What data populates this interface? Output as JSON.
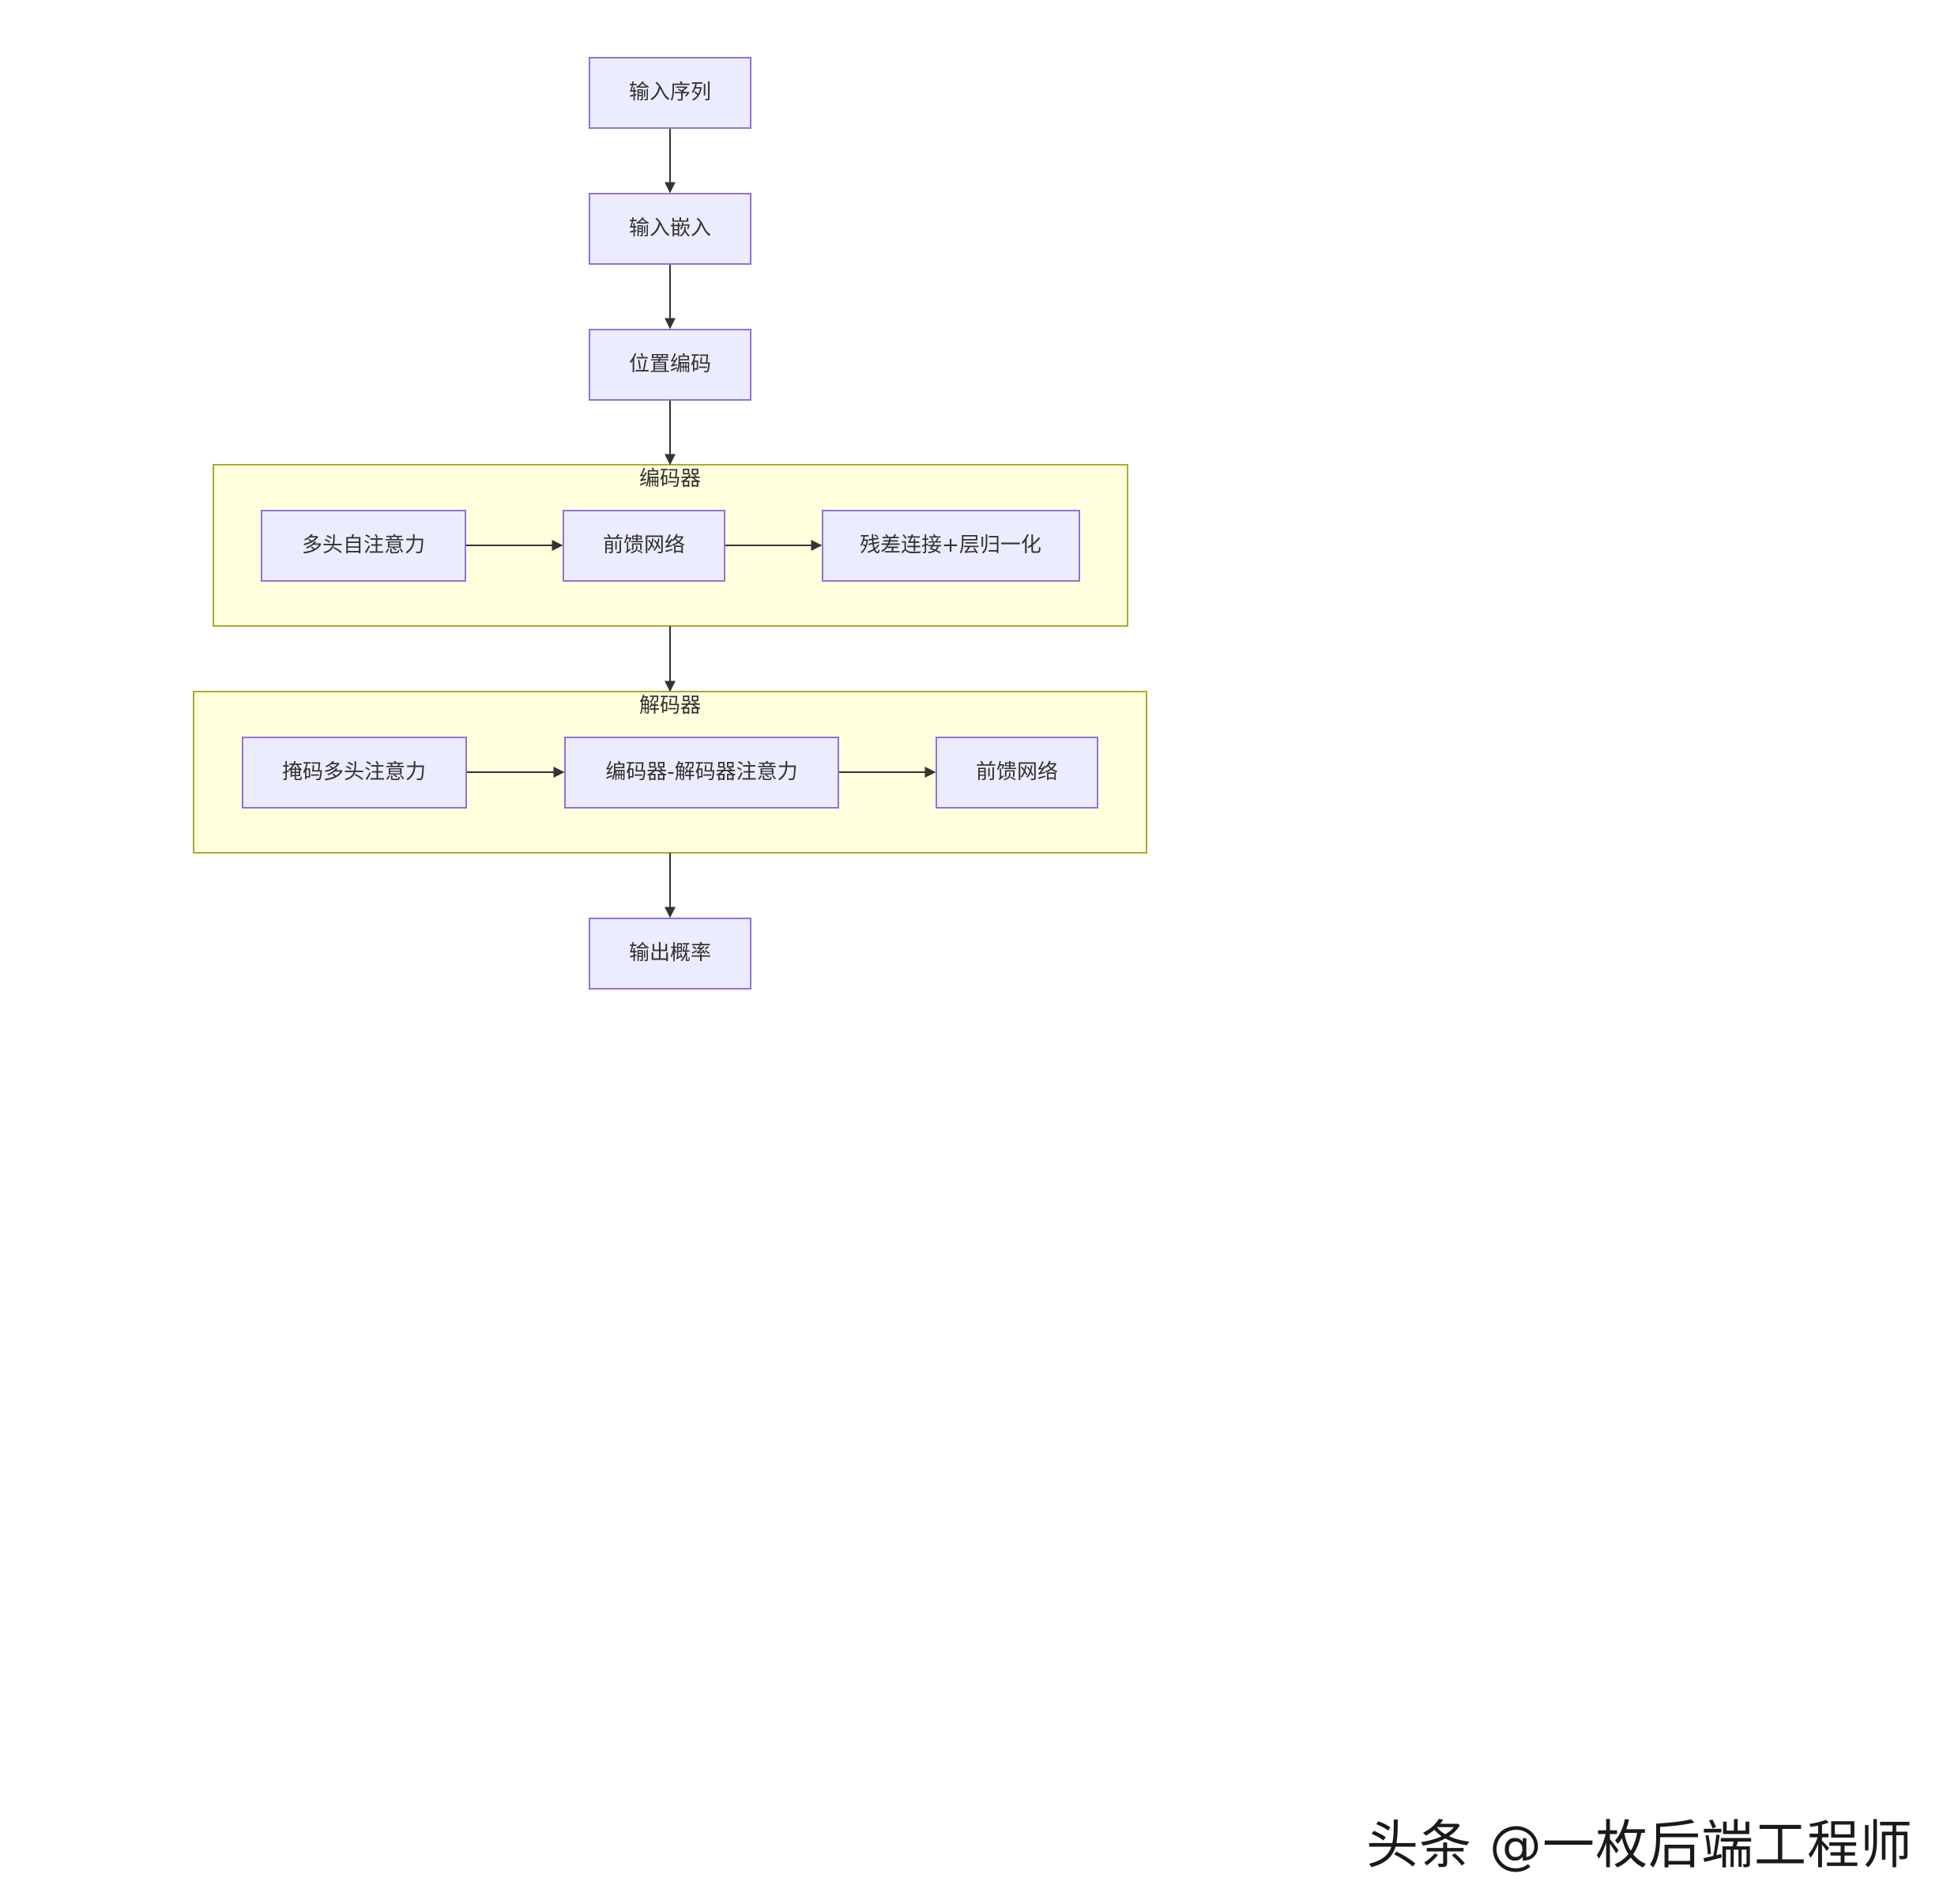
{
  "colors": {
    "node_fill": "#ECECFF",
    "node_stroke": "#9370DB",
    "cluster_fill": "#FFFFDE",
    "cluster_stroke": "#AAAA33",
    "edge": "#333333"
  },
  "nodes": {
    "input_sequence": "输入序列",
    "input_embedding": "输入嵌入",
    "positional_encoding": "位置编码",
    "enc_mhsa": "多头自注意力",
    "enc_ffn": "前馈网络",
    "enc_residual_norm": "残差连接+层归一化",
    "dec_masked_mha": "掩码多头注意力",
    "dec_cross_attn": "编码器-解码器注意力",
    "dec_ffn": "前馈网络",
    "output_probs": "输出概率"
  },
  "clusters": {
    "encoder": "编码器",
    "decoder": "解码器"
  },
  "watermark": "头条 @一枚后端工程师"
}
